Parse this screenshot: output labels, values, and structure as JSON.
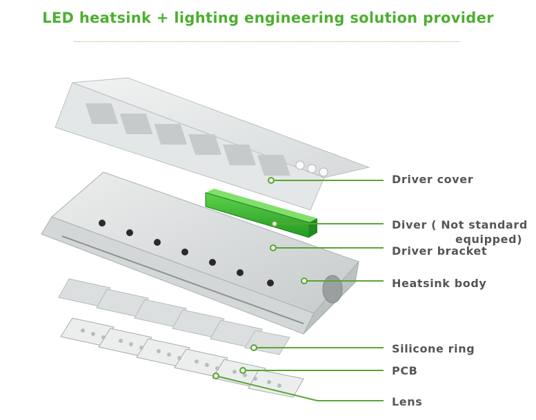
{
  "header": {
    "title": "LED heatsink + lighting engineering solution provider"
  },
  "colors": {
    "accent": "#4caf2f",
    "callout_line": "#5aa332",
    "label_text": "#555555",
    "metal_light": "#e6e8e8",
    "metal_mid": "#c9cdcd",
    "metal_dark": "#9aa0a0",
    "driver_green": "#39b52f"
  },
  "callouts": [
    {
      "id": "driver-cover",
      "text": "Driver cover"
    },
    {
      "id": "driver",
      "text": "Diver ( Not standard",
      "text2": "equipped)"
    },
    {
      "id": "driver-bracket",
      "text": "Driver bracket"
    },
    {
      "id": "heatsink-body",
      "text": "Heatsink body"
    },
    {
      "id": "silicone-ring",
      "text": "Silicone ring"
    },
    {
      "id": "pcb",
      "text": "PCB"
    },
    {
      "id": "lens",
      "text": "Lens"
    }
  ]
}
